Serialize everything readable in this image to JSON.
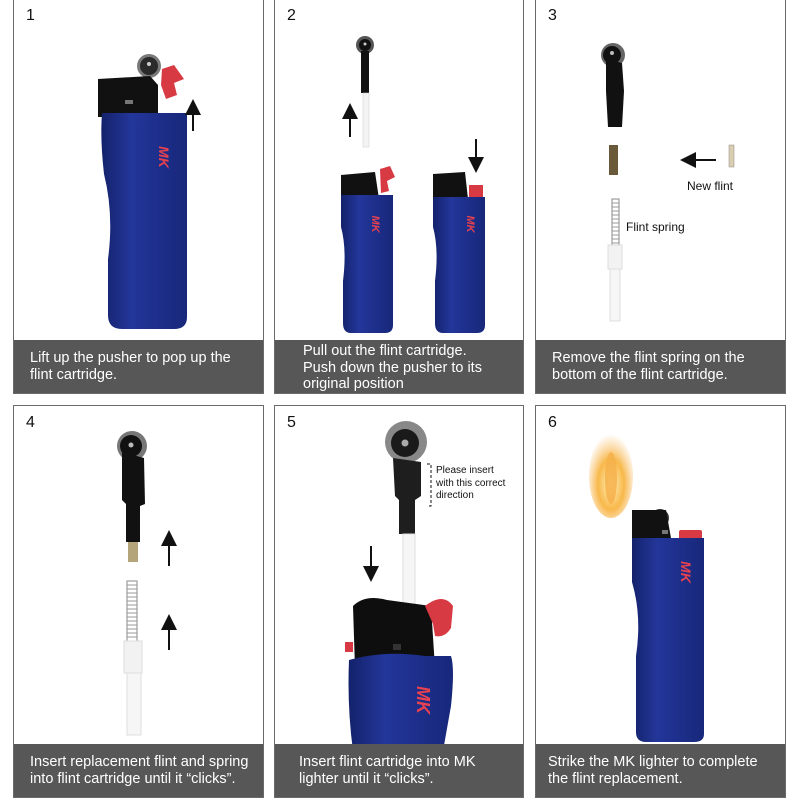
{
  "title": "MK lighter flint replacement instructions",
  "colors": {
    "lighter_body": "#1e2f8a",
    "logo_red": "#e8414f",
    "pusher_red": "#d83a44",
    "caption_bg": "#575757",
    "caption_text": "#ffffff",
    "flame": "#f6b04a"
  },
  "steps": [
    {
      "number": "1",
      "caption_lines": [
        "Lift up the pusher to pop up the",
        "flint cartridge."
      ],
      "icons": [
        "lighter-icon",
        "arrow-up-icon"
      ]
    },
    {
      "number": "2",
      "caption_lines": [
        "Pull out  the flint cartridge.",
        "Push down the pusher to its",
        "original position"
      ],
      "icons": [
        "flint-cartridge-icon",
        "arrow-up-icon",
        "lighter-icon",
        "lighter-icon",
        "arrow-down-icon"
      ]
    },
    {
      "number": "3",
      "caption_lines": [
        "Remove the flint spring on the",
        "bottom of the flint cartridge."
      ],
      "labels": {
        "new_flint": "New flint",
        "flint_spring": "Flint spring"
      },
      "icons": [
        "cartridge-head-icon",
        "old-flint-icon",
        "arrow-left-icon",
        "new-flint-icon",
        "spring-icon",
        "cartridge-tube-icon"
      ]
    },
    {
      "number": "4",
      "caption_lines": [
        "Insert replacement flint and spring",
        "into flint cartridge until it “clicks”."
      ],
      "icons": [
        "cartridge-head-icon",
        "arrow-up-icon",
        "spring-icon",
        "arrow-up-icon",
        "cartridge-tube-icon"
      ]
    },
    {
      "number": "5",
      "caption_lines": [
        "Insert flint cartridge into MK",
        "lighter until it “clicks”."
      ],
      "labels": {
        "direction_note_lines": [
          "Please insert",
          "with this correct",
          "direction"
        ]
      },
      "icons": [
        "flint-cartridge-icon",
        "arrow-down-icon",
        "lighter-icon"
      ]
    },
    {
      "number": "6",
      "caption_lines": [
        "Strike the MK lighter to complete",
        "the flint replacement."
      ],
      "icons": [
        "flame-icon",
        "lighter-icon"
      ]
    }
  ],
  "logo_text": "MK"
}
